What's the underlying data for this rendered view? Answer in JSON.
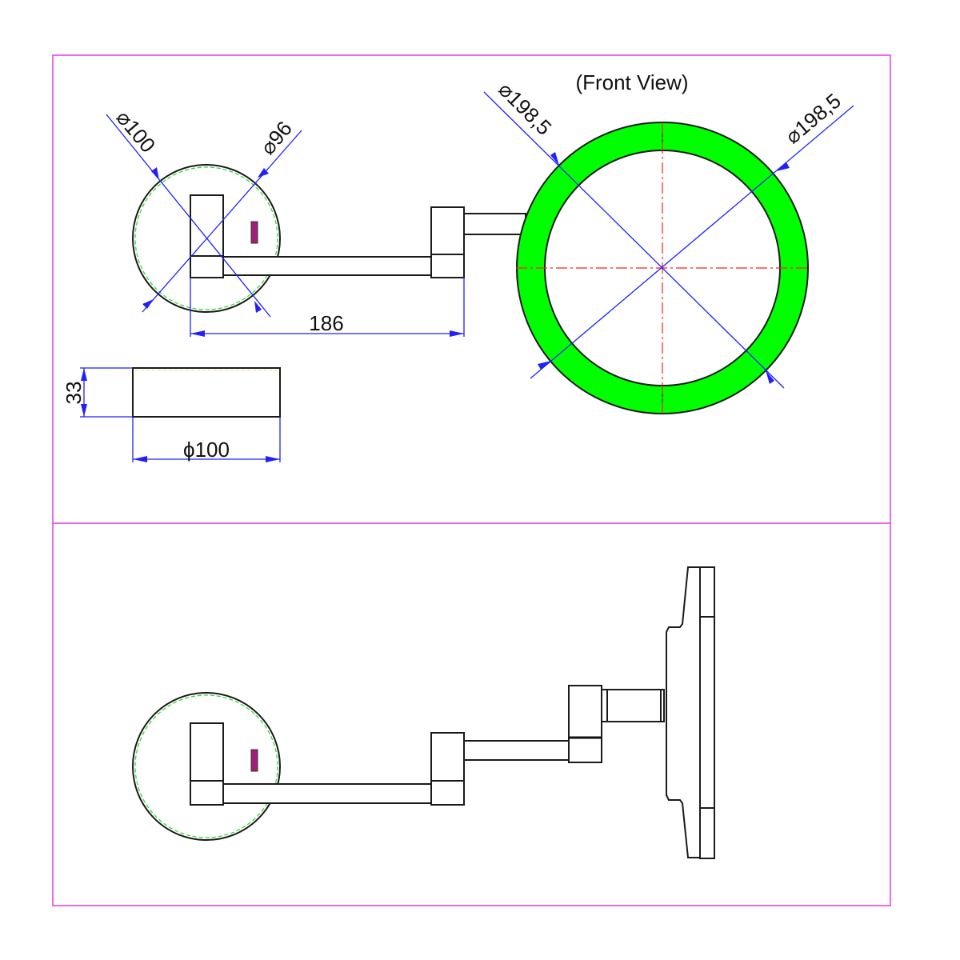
{
  "title": "(Front View)",
  "dimensions": {
    "base_outer_diameter": "⌀100",
    "base_inner_diameter": "⌀96",
    "arm_length": "186",
    "base_height": "33",
    "base_width": "ϕ100",
    "mirror_diameter_left": "⌀198,5",
    "mirror_diameter_right": "⌀198,5"
  },
  "colors": {
    "frame": "#e33be3",
    "mirror_ring": "#00ff00",
    "dimension": "#2020ff",
    "centerline": "#ff2020",
    "switch": "#a0207a"
  }
}
